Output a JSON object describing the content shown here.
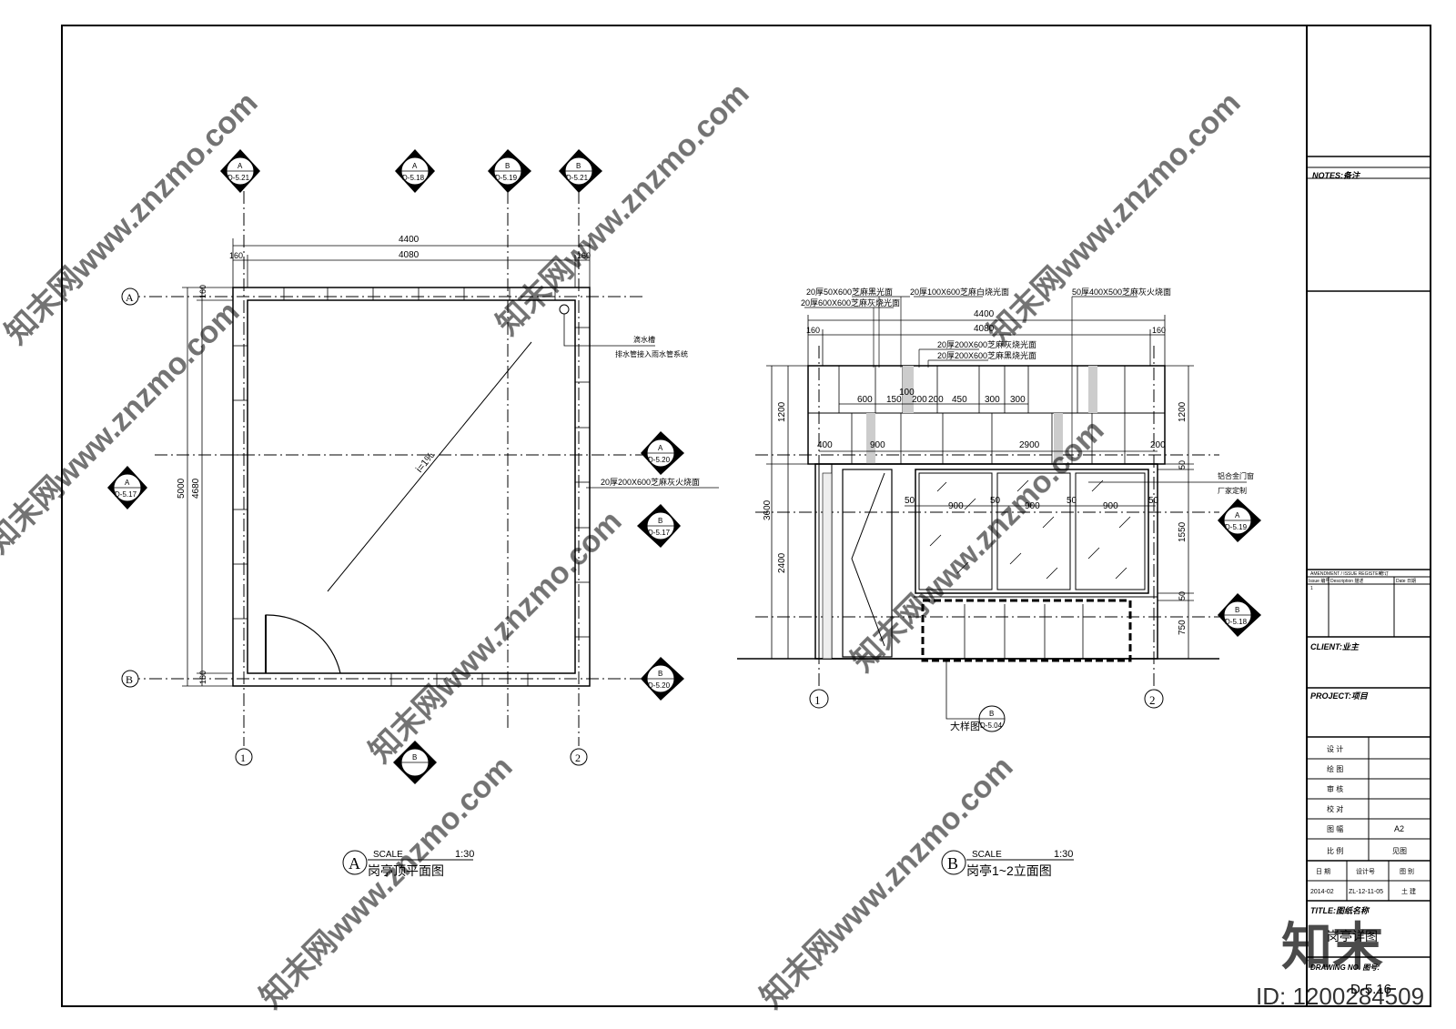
{
  "colors": {
    "ink": "#000000",
    "paper": "#ffffff",
    "watermark": "#bdbdbd"
  },
  "plan": {
    "grid_top": [
      {
        "letter": "A",
        "ref": "D-5.21"
      },
      {
        "letter": "A",
        "ref": "D-5.18"
      },
      {
        "letter": "B",
        "ref": "D-5.19"
      },
      {
        "letter": "B",
        "ref": "D-5.21"
      }
    ],
    "dims_top": [
      "4400",
      "160",
      "4080",
      "160"
    ],
    "dims_left": [
      "160",
      "5000",
      "4680",
      "160"
    ],
    "axis_left_top": "A",
    "axis_left_bottom": "B",
    "axis_bottom_1": "1",
    "axis_bottom_2": "2",
    "left_ref": {
      "letter": "A",
      "ref": "D-5.17"
    },
    "right_refs": [
      {
        "letter": "A",
        "ref": "D-5.20"
      },
      {
        "letter": "B",
        "ref": "D-5.17"
      },
      {
        "letter": "B",
        "ref": "D-5.20"
      }
    ],
    "bottom_ref": {
      "letter": "B",
      "ref": ""
    },
    "note_drain_1": "滴水槽",
    "note_drain_2": "排水管接入雨水管系统",
    "note_wall": "20厚200X600芝麻灰火烧面",
    "slope": "i=1%",
    "caption_letter": "A",
    "caption_scale": "SCALE",
    "caption_ratio": "1:30",
    "caption_title": "岗亭顶平面图"
  },
  "elev": {
    "notes_top": [
      "20厚50X600芝麻黑光面",
      "20厚100X600芝麻白烧光面",
      "20厚600X600芝麻灰烧光面",
      "50厚400X500芝麻灰火烧面",
      "20厚200X600芝麻灰烧光面",
      "20厚200X600芝麻黑烧光面"
    ],
    "dims_top": [
      "4400",
      "160",
      "4080",
      "160"
    ],
    "dims_mid": [
      "600",
      "150",
      "100",
      "200",
      "200",
      "450",
      "300",
      "300"
    ],
    "dims_row2": [
      "400",
      "900",
      "2900",
      "200"
    ],
    "dims_win": [
      "50",
      "900",
      "50",
      "900",
      "50",
      "900",
      "50"
    ],
    "dims_left": [
      "1200",
      "3600",
      "2400"
    ],
    "dims_right": [
      "1200",
      "50",
      "1550",
      "50",
      "750"
    ],
    "note_frame_1": "铝合金门窗",
    "note_frame_2": "厂家定制",
    "right_refs": [
      {
        "letter": "A",
        "ref": "D-5.19"
      },
      {
        "letter": "B",
        "ref": "D-5.18"
      }
    ],
    "axis_1": "1",
    "axis_2": "2",
    "detail_ref": {
      "letter": "B",
      "ref": "D-5.04"
    },
    "detail_label": "大样图",
    "caption_letter": "B",
    "caption_scale": "SCALE",
    "caption_ratio": "1:30",
    "caption_title": "岗亭1~2立面图"
  },
  "titleblock": {
    "notes": "NOTES:备注",
    "amendment": "AMENDMENT / ISSUE REGISTER",
    "amendment_cn": "修订",
    "col_issue": "Issue 编号",
    "col_desc": "Description 描述",
    "col_date": "Date 日期",
    "row1": "1",
    "client": "CLIENT:业主",
    "project": "PROJECT:项目",
    "rows": [
      {
        "label": "设 计",
        "value": ""
      },
      {
        "label": "绘 图",
        "value": ""
      },
      {
        "label": "审 核",
        "value": ""
      },
      {
        "label": "校 对",
        "value": ""
      },
      {
        "label": "图 幅",
        "value": "A2"
      },
      {
        "label": "比 例",
        "value": "见图"
      }
    ],
    "h_date": "日 期",
    "h_num": "设计号",
    "h_cat": "图 别",
    "v_date": "2014-02",
    "v_num": "ZL-12-11-05",
    "v_cat": "土 建",
    "title_label": "TITLE:图纸名称",
    "title_value": "岗亭详图",
    "drawing_label": "DRAWING NO. 图号:",
    "drawing_value": "D-5.16"
  },
  "watermark": {
    "text": "知末网www.znzmo.com",
    "logo": "知末",
    "id": "ID: 1200284509"
  }
}
